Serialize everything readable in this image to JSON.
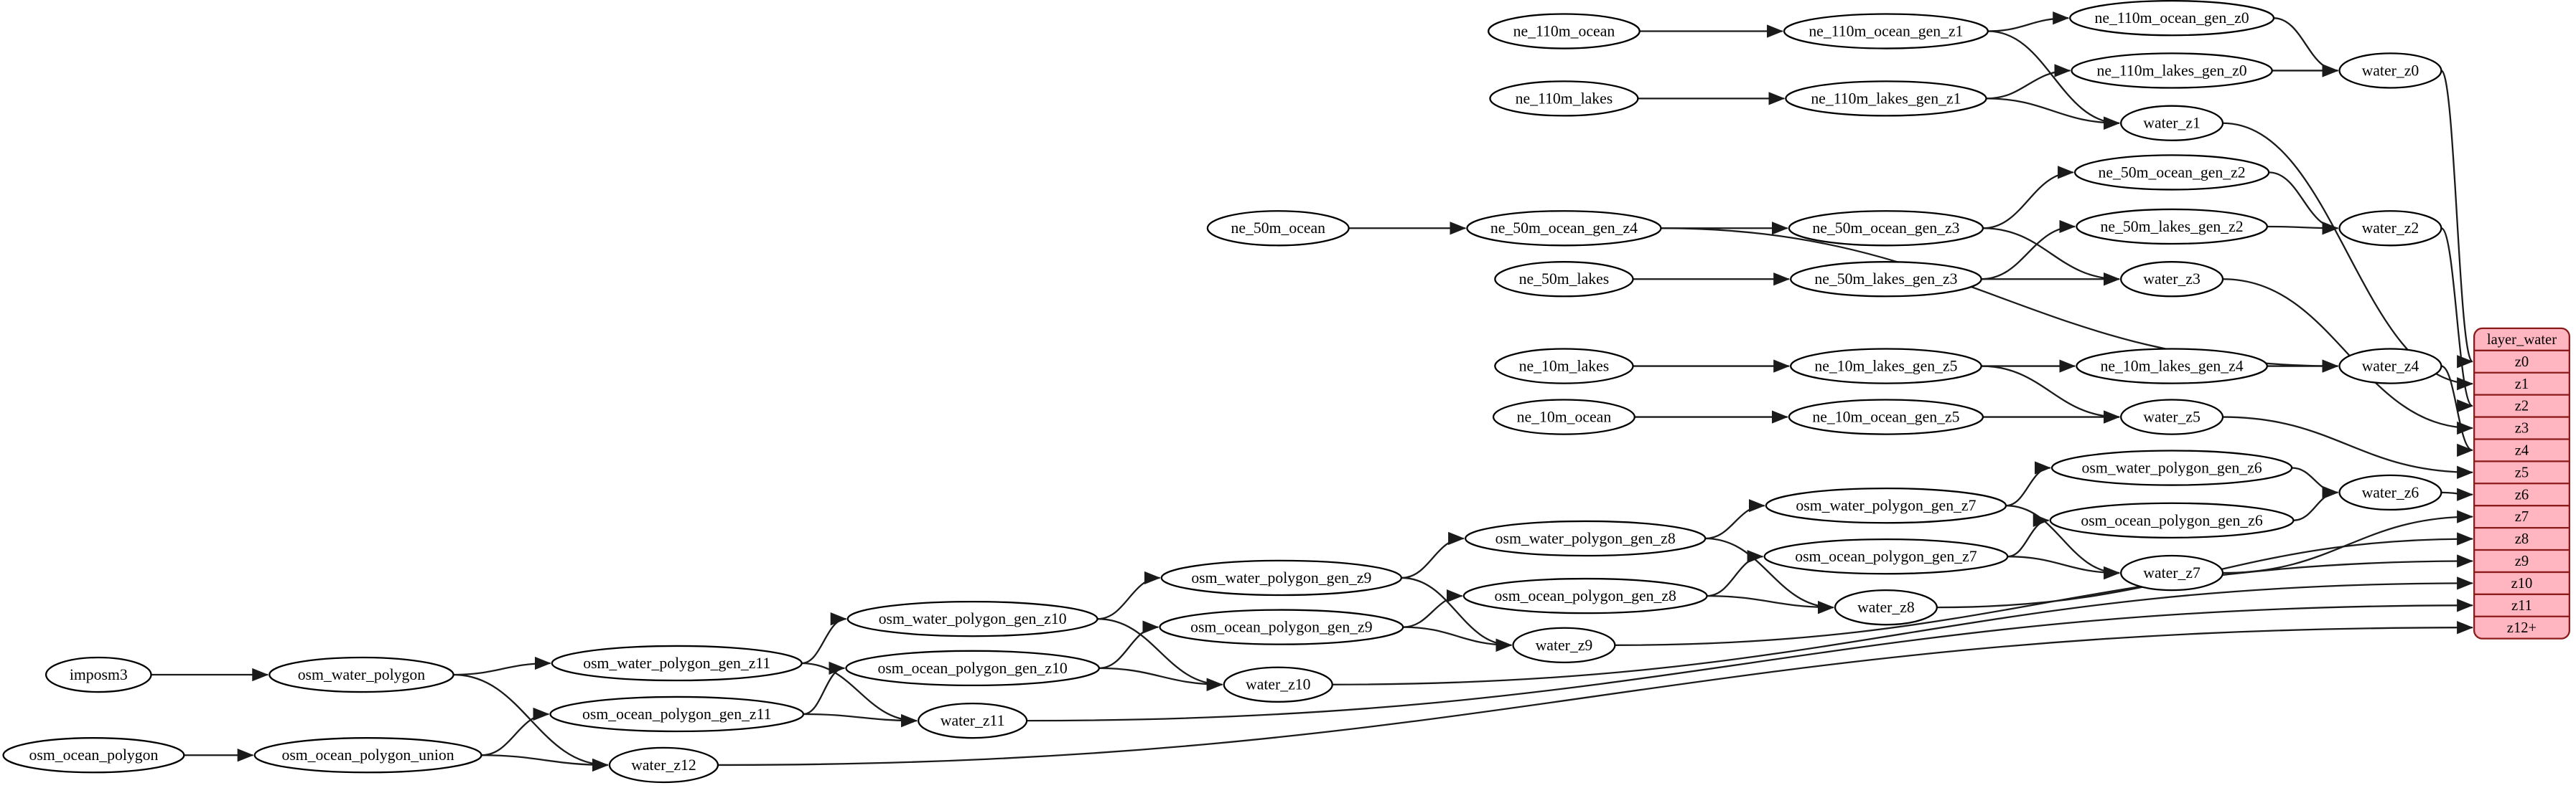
{
  "diagram": {
    "name": "layer_water generation graph"
  },
  "colors": {
    "background": "#ffffff",
    "node_fill": "#ffffff",
    "node_stroke": "#000000",
    "edge_stroke": "#1a1a1a",
    "record_fill": "#ffb6c1",
    "record_stroke": "#8b1a1a",
    "text": "#000000"
  },
  "nodes": [
    {
      "id": "ne_110m_ocean",
      "label": "ne_110m_ocean"
    },
    {
      "id": "ne_110m_ocean_gen_z1",
      "label": "ne_110m_ocean_gen_z1"
    },
    {
      "id": "ne_110m_ocean_gen_z0",
      "label": "ne_110m_ocean_gen_z0"
    },
    {
      "id": "ne_110m_lakes_gen_z0",
      "label": "ne_110m_lakes_gen_z0"
    },
    {
      "id": "water_z0",
      "label": "water_z0"
    },
    {
      "id": "ne_110m_lakes",
      "label": "ne_110m_lakes"
    },
    {
      "id": "ne_110m_lakes_gen_z1",
      "label": "ne_110m_lakes_gen_z1"
    },
    {
      "id": "water_z1",
      "label": "water_z1"
    },
    {
      "id": "ne_50m_ocean_gen_z2",
      "label": "ne_50m_ocean_gen_z2"
    },
    {
      "id": "ne_50m_ocean",
      "label": "ne_50m_ocean"
    },
    {
      "id": "ne_50m_ocean_gen_z4",
      "label": "ne_50m_ocean_gen_z4"
    },
    {
      "id": "ne_50m_ocean_gen_z3",
      "label": "ne_50m_ocean_gen_z3"
    },
    {
      "id": "ne_50m_lakes_gen_z2",
      "label": "ne_50m_lakes_gen_z2"
    },
    {
      "id": "water_z2",
      "label": "water_z2"
    },
    {
      "id": "ne_50m_lakes",
      "label": "ne_50m_lakes"
    },
    {
      "id": "ne_50m_lakes_gen_z3",
      "label": "ne_50m_lakes_gen_z3"
    },
    {
      "id": "water_z3",
      "label": "water_z3"
    },
    {
      "id": "ne_10m_lakes",
      "label": "ne_10m_lakes"
    },
    {
      "id": "ne_10m_lakes_gen_z5",
      "label": "ne_10m_lakes_gen_z5"
    },
    {
      "id": "ne_10m_lakes_gen_z4",
      "label": "ne_10m_lakes_gen_z4"
    },
    {
      "id": "water_z4",
      "label": "water_z4"
    },
    {
      "id": "ne_10m_ocean",
      "label": "ne_10m_ocean"
    },
    {
      "id": "ne_10m_ocean_gen_z5",
      "label": "ne_10m_ocean_gen_z5"
    },
    {
      "id": "water_z5",
      "label": "water_z5"
    },
    {
      "id": "osm_water_polygon_gen_z6",
      "label": "osm_water_polygon_gen_z6"
    },
    {
      "id": "water_z6",
      "label": "water_z6"
    },
    {
      "id": "osm_water_polygon_gen_z7",
      "label": "osm_water_polygon_gen_z7"
    },
    {
      "id": "osm_ocean_polygon_gen_z6",
      "label": "osm_ocean_polygon_gen_z6"
    },
    {
      "id": "osm_water_polygon_gen_z8",
      "label": "osm_water_polygon_gen_z8"
    },
    {
      "id": "osm_ocean_polygon_gen_z7",
      "label": "osm_ocean_polygon_gen_z7"
    },
    {
      "id": "water_z7",
      "label": "water_z7"
    },
    {
      "id": "osm_water_polygon_gen_z9",
      "label": "osm_water_polygon_gen_z9"
    },
    {
      "id": "osm_ocean_polygon_gen_z8",
      "label": "osm_ocean_polygon_gen_z8"
    },
    {
      "id": "water_z8",
      "label": "water_z8"
    },
    {
      "id": "osm_water_polygon_gen_z10",
      "label": "osm_water_polygon_gen_z10"
    },
    {
      "id": "osm_ocean_polygon_gen_z9",
      "label": "osm_ocean_polygon_gen_z9"
    },
    {
      "id": "water_z9",
      "label": "water_z9"
    },
    {
      "id": "osm_water_polygon_gen_z11",
      "label": "osm_water_polygon_gen_z11"
    },
    {
      "id": "osm_ocean_polygon_gen_z10",
      "label": "osm_ocean_polygon_gen_z10"
    },
    {
      "id": "water_z10",
      "label": "water_z10"
    },
    {
      "id": "imposm3",
      "label": "imposm3"
    },
    {
      "id": "osm_water_polygon",
      "label": "osm_water_polygon"
    },
    {
      "id": "osm_ocean_polygon_gen_z11",
      "label": "osm_ocean_polygon_gen_z11"
    },
    {
      "id": "water_z11",
      "label": "water_z11"
    },
    {
      "id": "osm_ocean_polygon",
      "label": "osm_ocean_polygon"
    },
    {
      "id": "osm_ocean_polygon_union",
      "label": "osm_ocean_polygon_union"
    },
    {
      "id": "water_z12",
      "label": "water_z12"
    }
  ],
  "record": {
    "id": "layer_water",
    "header": "layer_water",
    "rows": [
      "z0",
      "z1",
      "z2",
      "z3",
      "z4",
      "z5",
      "z6",
      "z7",
      "z8",
      "z9",
      "z10",
      "z11",
      "z12+"
    ]
  },
  "edges": [
    {
      "from": "ne_110m_ocean",
      "to": "ne_110m_ocean_gen_z1"
    },
    {
      "from": "ne_110m_ocean_gen_z1",
      "to": "ne_110m_ocean_gen_z0"
    },
    {
      "from": "ne_110m_ocean_gen_z1",
      "to": "water_z1"
    },
    {
      "from": "ne_110m_lakes",
      "to": "ne_110m_lakes_gen_z1"
    },
    {
      "from": "ne_110m_lakes_gen_z1",
      "to": "ne_110m_lakes_gen_z0"
    },
    {
      "from": "ne_110m_lakes_gen_z1",
      "to": "water_z1"
    },
    {
      "from": "ne_110m_ocean_gen_z0",
      "to": "water_z0"
    },
    {
      "from": "ne_110m_lakes_gen_z0",
      "to": "water_z0"
    },
    {
      "from": "water_z0",
      "to": "layer_water:z0"
    },
    {
      "from": "water_z1",
      "to": "layer_water:z1"
    },
    {
      "from": "ne_50m_ocean",
      "to": "ne_50m_ocean_gen_z4"
    },
    {
      "from": "ne_50m_ocean_gen_z4",
      "to": "ne_50m_ocean_gen_z3"
    },
    {
      "from": "ne_50m_ocean_gen_z4",
      "to": "water_z4"
    },
    {
      "from": "ne_50m_ocean_gen_z3",
      "to": "ne_50m_ocean_gen_z2"
    },
    {
      "from": "ne_50m_ocean_gen_z3",
      "to": "water_z3"
    },
    {
      "from": "ne_50m_ocean_gen_z2",
      "to": "water_z2"
    },
    {
      "from": "ne_50m_lakes",
      "to": "ne_50m_lakes_gen_z3"
    },
    {
      "from": "ne_50m_lakes_gen_z3",
      "to": "ne_50m_lakes_gen_z2"
    },
    {
      "from": "ne_50m_lakes_gen_z3",
      "to": "water_z3"
    },
    {
      "from": "ne_50m_lakes_gen_z2",
      "to": "water_z2"
    },
    {
      "from": "water_z2",
      "to": "layer_water:z2"
    },
    {
      "from": "water_z3",
      "to": "layer_water:z3"
    },
    {
      "from": "ne_10m_lakes",
      "to": "ne_10m_lakes_gen_z5"
    },
    {
      "from": "ne_10m_lakes_gen_z5",
      "to": "ne_10m_lakes_gen_z4"
    },
    {
      "from": "ne_10m_lakes_gen_z5",
      "to": "water_z5"
    },
    {
      "from": "ne_10m_lakes_gen_z4",
      "to": "water_z4"
    },
    {
      "from": "ne_10m_ocean",
      "to": "ne_10m_ocean_gen_z5"
    },
    {
      "from": "ne_10m_ocean_gen_z5",
      "to": "water_z5"
    },
    {
      "from": "water_z4",
      "to": "layer_water:z4"
    },
    {
      "from": "water_z5",
      "to": "layer_water:z5"
    },
    {
      "from": "imposm3",
      "to": "osm_water_polygon"
    },
    {
      "from": "osm_water_polygon",
      "to": "osm_water_polygon_gen_z11"
    },
    {
      "from": "osm_water_polygon",
      "to": "water_z12"
    },
    {
      "from": "osm_ocean_polygon",
      "to": "osm_ocean_polygon_union"
    },
    {
      "from": "osm_ocean_polygon_union",
      "to": "osm_ocean_polygon_gen_z11"
    },
    {
      "from": "osm_ocean_polygon_union",
      "to": "water_z12"
    },
    {
      "from": "osm_water_polygon_gen_z11",
      "to": "osm_water_polygon_gen_z10"
    },
    {
      "from": "osm_water_polygon_gen_z11",
      "to": "water_z11"
    },
    {
      "from": "osm_ocean_polygon_gen_z11",
      "to": "osm_ocean_polygon_gen_z10"
    },
    {
      "from": "osm_ocean_polygon_gen_z11",
      "to": "water_z11"
    },
    {
      "from": "osm_water_polygon_gen_z10",
      "to": "osm_water_polygon_gen_z9"
    },
    {
      "from": "osm_water_polygon_gen_z10",
      "to": "water_z10"
    },
    {
      "from": "osm_ocean_polygon_gen_z10",
      "to": "osm_ocean_polygon_gen_z9"
    },
    {
      "from": "osm_ocean_polygon_gen_z10",
      "to": "water_z10"
    },
    {
      "from": "osm_water_polygon_gen_z9",
      "to": "osm_water_polygon_gen_z8"
    },
    {
      "from": "osm_water_polygon_gen_z9",
      "to": "water_z9"
    },
    {
      "from": "osm_ocean_polygon_gen_z9",
      "to": "osm_ocean_polygon_gen_z8"
    },
    {
      "from": "osm_ocean_polygon_gen_z9",
      "to": "water_z9"
    },
    {
      "from": "osm_water_polygon_gen_z8",
      "to": "osm_water_polygon_gen_z7"
    },
    {
      "from": "osm_water_polygon_gen_z8",
      "to": "water_z8"
    },
    {
      "from": "osm_ocean_polygon_gen_z8",
      "to": "osm_ocean_polygon_gen_z7"
    },
    {
      "from": "osm_ocean_polygon_gen_z8",
      "to": "water_z8"
    },
    {
      "from": "osm_water_polygon_gen_z7",
      "to": "osm_water_polygon_gen_z6"
    },
    {
      "from": "osm_water_polygon_gen_z7",
      "to": "water_z7"
    },
    {
      "from": "osm_ocean_polygon_gen_z7",
      "to": "osm_ocean_polygon_gen_z6"
    },
    {
      "from": "osm_ocean_polygon_gen_z7",
      "to": "water_z7"
    },
    {
      "from": "osm_water_polygon_gen_z6",
      "to": "water_z6"
    },
    {
      "from": "osm_ocean_polygon_gen_z6",
      "to": "water_z6"
    },
    {
      "from": "water_z6",
      "to": "layer_water:z6"
    },
    {
      "from": "water_z7",
      "to": "layer_water:z7"
    },
    {
      "from": "water_z8",
      "to": "layer_water:z8"
    },
    {
      "from": "water_z9",
      "to": "layer_water:z9"
    },
    {
      "from": "water_z10",
      "to": "layer_water:z10"
    },
    {
      "from": "water_z11",
      "to": "layer_water:z11"
    },
    {
      "from": "water_z12",
      "to": "layer_water:z12+"
    }
  ]
}
